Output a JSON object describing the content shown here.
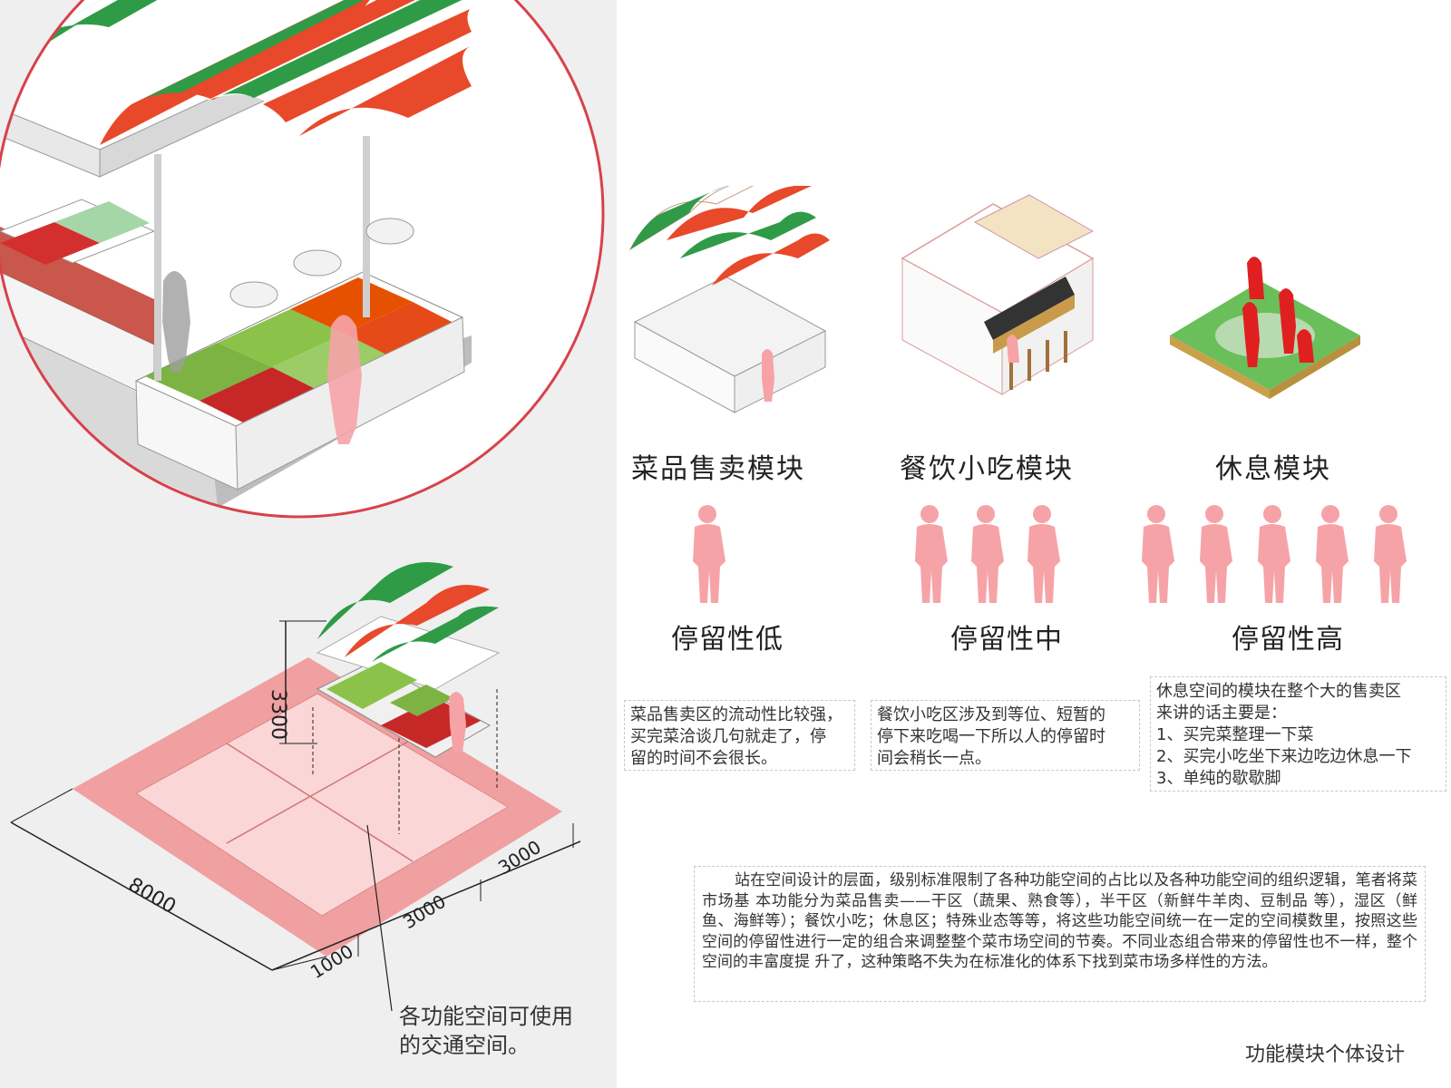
{
  "modules": [
    {
      "title": "菜品售卖模块",
      "stay": "停留性低",
      "people": 1,
      "desc": [
        "菜品售卖区的流动性比较强，",
        "买完菜洽谈几句就走了，停",
        "留的时间不会很长。"
      ]
    },
    {
      "title": "餐饮小吃模块",
      "stay": "停留性中",
      "people": 3,
      "desc": [
        "餐饮小吃区涉及到等位、短暂的",
        "停下来吃喝一下所以人的停留时",
        "间会稍长一点。"
      ]
    },
    {
      "title": "休息模块",
      "stay": "停留性高",
      "people": 5,
      "desc": [
        "休息空间的模块在整个大的售卖区",
        "来讲的话主要是：",
        "1、买完菜整理一下菜",
        "2、买完小吃坐下来边吃边休息一下",
        "3、单纯的歇歇脚"
      ]
    }
  ],
  "summary": "站在空间设计的层面，级别标准限制了各种功能空间的占比以及各种功能空间的组织逻辑，笔者将菜市场基 本功能分为菜品售卖——干区（蔬果、熟食等），半干区（新鲜牛羊肉、豆制品 等），湿区（鲜鱼、海鲜等）；餐饮小吃；休息区；特殊业态等等，将这些功能空间统一在一定的空间模数里，按照这些空间的停留性进行一定的组合来调整整个菜市场空间的节奏。不同业态组合带来的停留性也不一样，整个空间的丰富度提 升了，这种策略不失为在标准化的体系下找到菜市场多样性的方法。",
  "caption": "功能模块个体设计",
  "dimensions": {
    "height": "3300",
    "total": "8000",
    "edge": "1000",
    "module_a": "3000",
    "module_b": "3000"
  },
  "traffic_note": [
    "各功能空间可使用",
    "的交通空间。"
  ],
  "colors": {
    "red_stripe": "#e8492a",
    "green_stripe": "#2f9b47",
    "circle": "#d7424a",
    "pink_zone": "#f0a0a0",
    "pink_inner": "#fbd6d6",
    "figure_pink": "#f6a3a8"
  }
}
